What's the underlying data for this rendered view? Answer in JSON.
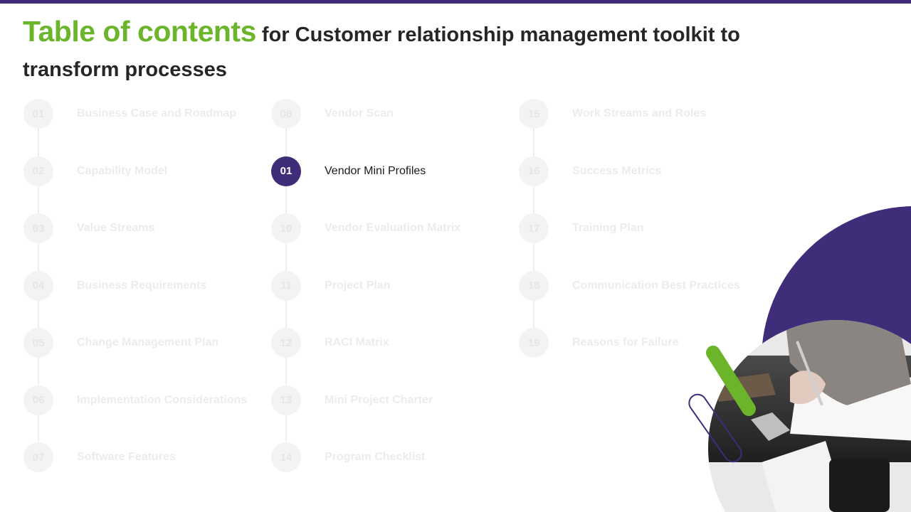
{
  "header": {
    "title_highlight": "Table of contents",
    "title_rest": " for Customer relationship management toolkit to transform processes"
  },
  "columns": [
    {
      "items": [
        {
          "number": "01",
          "label": "Business Case and Roadmap"
        },
        {
          "number": "02",
          "label": "Capability Model"
        },
        {
          "number": "03",
          "label": "Value Streams"
        },
        {
          "number": "04",
          "label": "Business Requirements"
        },
        {
          "number": "05",
          "label": "Change Management Plan"
        },
        {
          "number": "06",
          "label": "Implementation Considerations"
        },
        {
          "number": "07",
          "label": "Software Features"
        }
      ]
    },
    {
      "items": [
        {
          "number": "08",
          "label": "Vendor Scan"
        },
        {
          "number": "01",
          "label": "Vendor Mini Profiles"
        },
        {
          "number": "10",
          "label": "Vendor Evaluation Matrix"
        },
        {
          "number": "11",
          "label": "Project Plan"
        },
        {
          "number": "12",
          "label": "RACI Matrix"
        },
        {
          "number": "13",
          "label": "Mini Project Charter"
        },
        {
          "number": "14",
          "label": "Program Checklist"
        }
      ]
    },
    {
      "items": [
        {
          "number": "15",
          "label": "Work Streams and Roles"
        },
        {
          "number": "16",
          "label": "Success Metrics"
        },
        {
          "number": "17",
          "label": "Training Plan"
        },
        {
          "number": "18",
          "label": "Communication Best Practices"
        },
        {
          "number": "19",
          "label": "Reasons for Failure"
        }
      ]
    }
  ],
  "active_item": {
    "column": 1,
    "index": 1
  },
  "colors": {
    "accent_purple": "#3f2d7a",
    "accent_green": "#6bb52a",
    "faded_circle": "#f3f3f3",
    "faded_text": "#ececec"
  },
  "decoration": {
    "image_description_icon": "photo-icon"
  }
}
